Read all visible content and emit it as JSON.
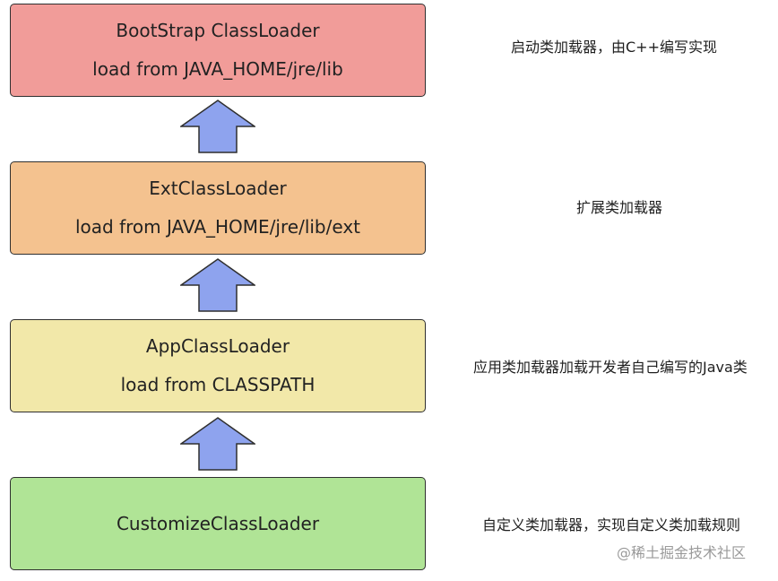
{
  "boxes": [
    {
      "line1": "BootStrap ClassLoader",
      "line2": "load from JAVA_HOME/jre/lib",
      "color": "#f19c99"
    },
    {
      "line1": "ExtClassLoader",
      "line2": "load from JAVA_HOME/jre/lib/ext",
      "color": "#f4c28f"
    },
    {
      "line1": "AppClassLoader",
      "line2": "load from CLASSPATH",
      "color": "#f2e8a9"
    },
    {
      "line1": "CustomizeClassLoader",
      "color": "#b0e496"
    }
  ],
  "notes": [
    "启动类加载器，由C++编写实现",
    "扩展类加载器",
    "应用类加载器加载开发者自己编写的Java类",
    "自定义类加载器，实现自定义类加载规则"
  ],
  "arrow_color": "#8ea3ee",
  "watermark": "@稀土掘金技术社区"
}
